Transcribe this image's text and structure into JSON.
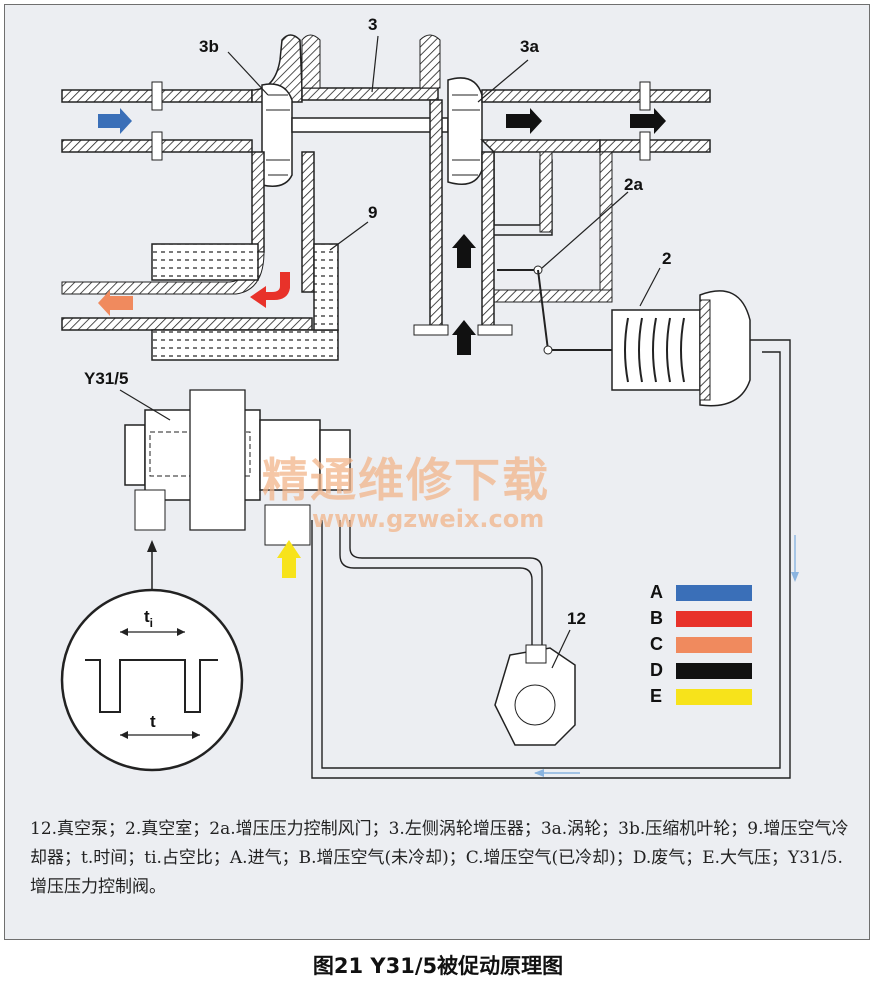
{
  "labels": {
    "turbo": "3",
    "compressor": "3b",
    "turbine": "3a",
    "wastegate": "2a",
    "vacuum_chamber": "2",
    "intercooler": "9",
    "valve": "Y31/5",
    "vacuum_pump": "12",
    "duty": "t",
    "duty_sub": "i",
    "period": "t"
  },
  "legend": [
    {
      "letter": "A",
      "color": "#3a6fb8"
    },
    {
      "letter": "B",
      "color": "#e8322a"
    },
    {
      "letter": "C",
      "color": "#f08a5e"
    },
    {
      "letter": "D",
      "color": "#111111"
    },
    {
      "letter": "E",
      "color": "#f7e31b"
    }
  ],
  "watermark": {
    "line1": "精通维修下载",
    "line2": "www.gzweix.com"
  },
  "caption": "12.真空泵；2.真空室；2a.增压压力控制风门；3.左侧涡轮增压器；3a.涡轮；3b.压缩机叶轮；9.增压空气冷却器；t.时间；ti.占空比；A.进气；B.增压空气(未冷却)；C.增压空气(已冷却)；D.废气；E.大气压；Y31/5.增压压力控制阀。",
  "figure_title": "图21 Y31/5被促动原理图"
}
